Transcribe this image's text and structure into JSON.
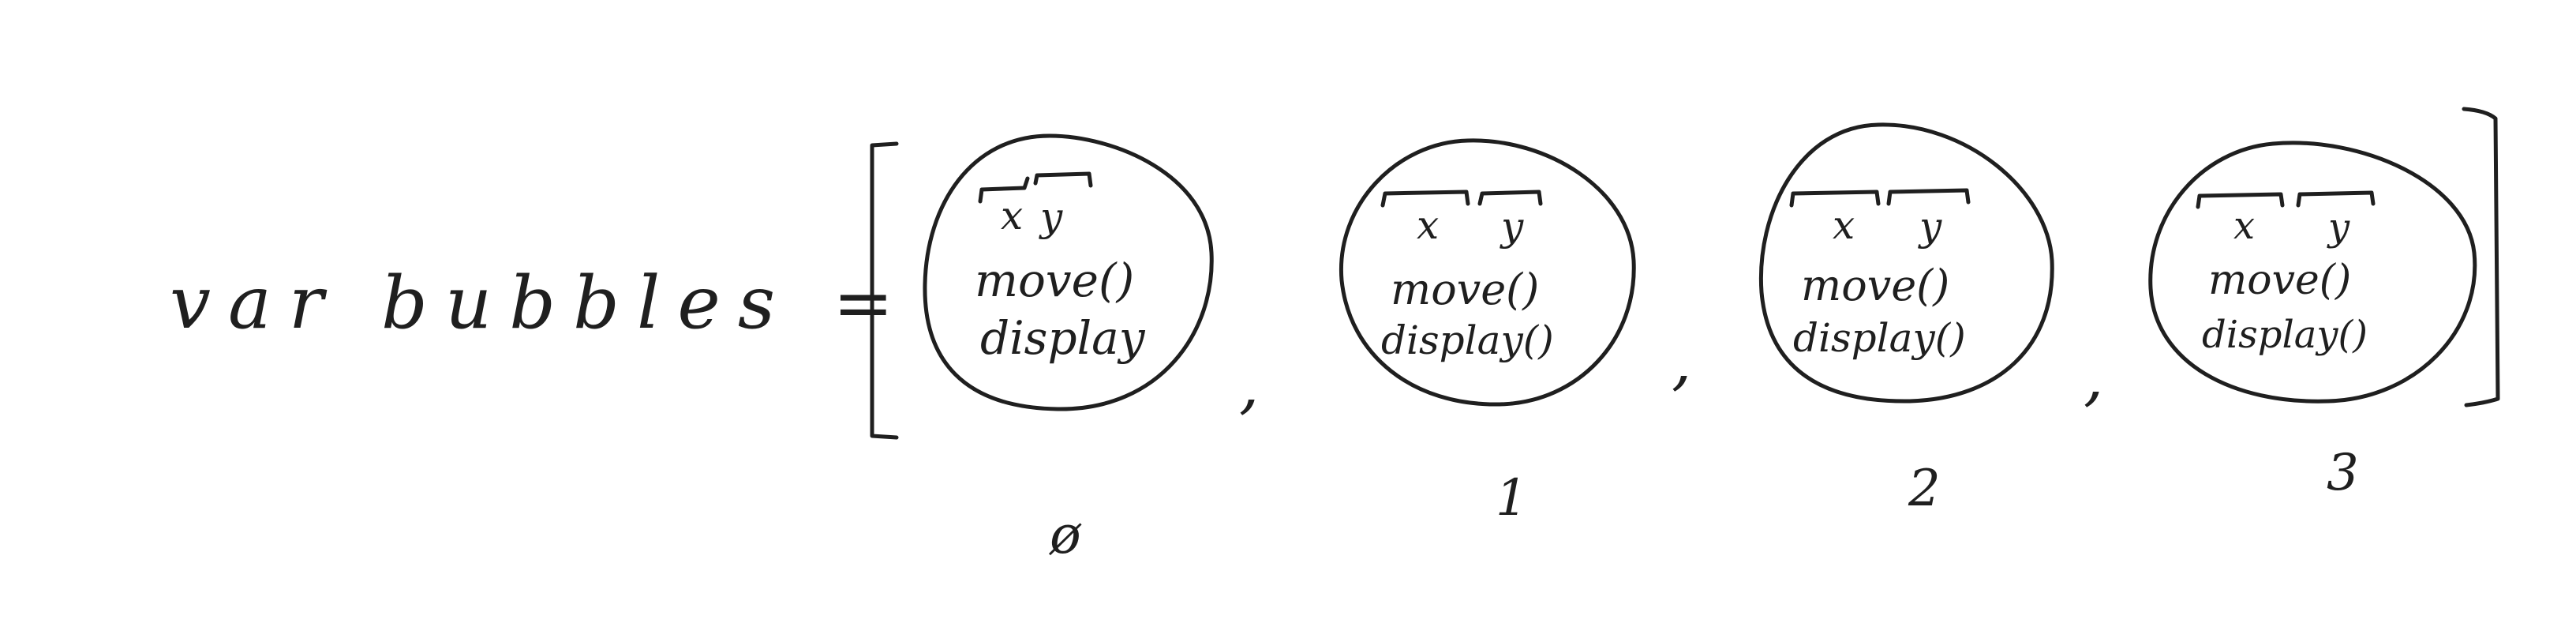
{
  "diagram": {
    "declaration": "var bubbles =",
    "separator": ",",
    "elements": [
      {
        "index": "ø",
        "prop_x": "x",
        "prop_y": "y",
        "method_move": "move()",
        "method_display": "display"
      },
      {
        "index": "1",
        "prop_x": "x",
        "prop_y": "y",
        "method_move": "move()",
        "method_display": "display()"
      },
      {
        "index": "2",
        "prop_x": "x",
        "prop_y": "y",
        "method_move": "move()",
        "method_display": "display()"
      },
      {
        "index": "3",
        "prop_x": "x",
        "prop_y": "y",
        "method_move": "move()",
        "method_display": "display()"
      }
    ]
  }
}
